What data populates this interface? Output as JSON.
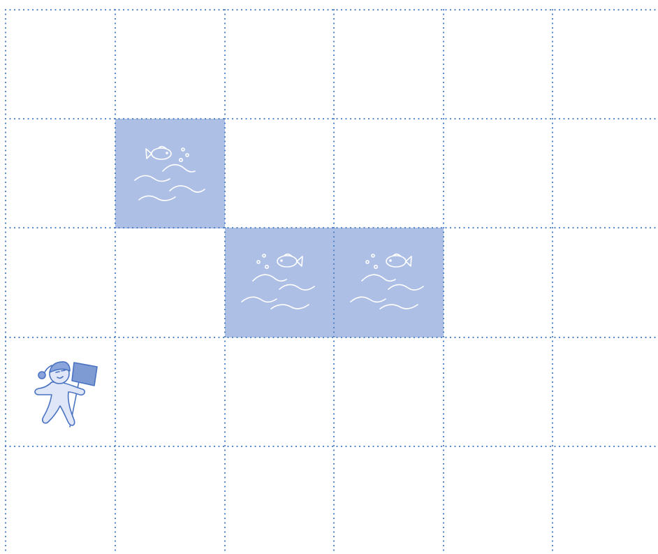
{
  "board": {
    "columns": 6,
    "rows": 5,
    "grid_line_color": "#4a7fc6",
    "water_color": "#aebfe5",
    "player_color": "#dfe6f7",
    "flag_color": "#7f9bd4"
  },
  "tiles": [
    {
      "type": "water",
      "icon": "fish-waves-icon",
      "col": 1,
      "row": 1
    },
    {
      "type": "water",
      "icon": "fish-waves-icon",
      "col": 2,
      "row": 2
    },
    {
      "type": "water",
      "icon": "fish-waves-icon",
      "col": 3,
      "row": 2
    }
  ],
  "player": {
    "icon": "gingerbread-character-with-flag-icon",
    "col": 0,
    "row": 3
  }
}
